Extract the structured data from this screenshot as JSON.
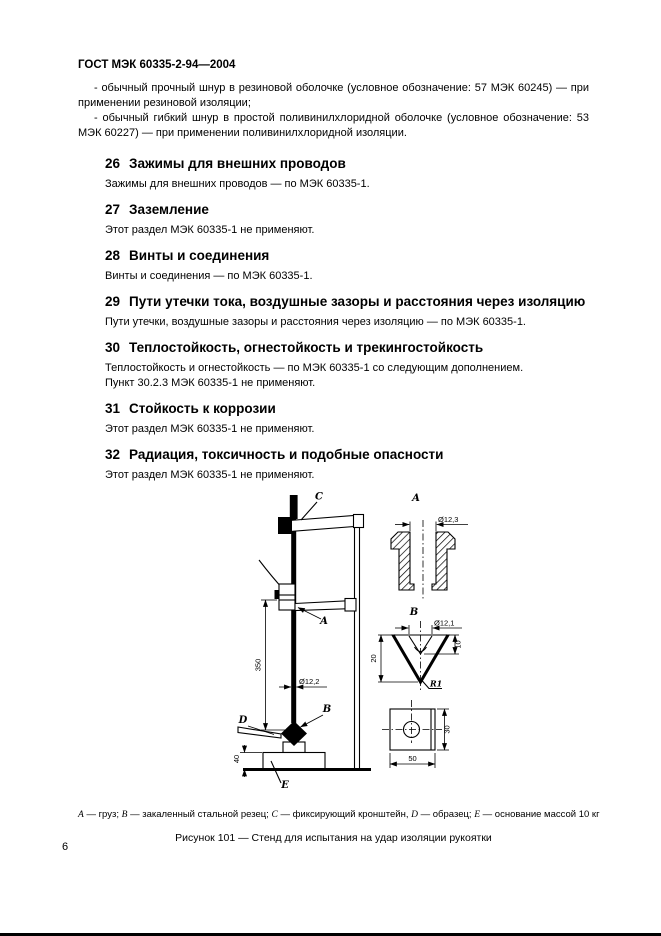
{
  "header": {
    "doc_code": "ГОСТ МЭК 60335-2-94—2004"
  },
  "intro": {
    "paragraphs": [
      "- обычный прочный шнур в резиновой оболочке (условное обозначение: 57 МЭК 60245) — при применении резиновой изоляции;",
      "- обычный гибкий шнур в простой поливинилхлоридной оболочке (условное обозначение: 53 МЭК 60227) — при применении поливинилхлоридной изоляции."
    ]
  },
  "sections": [
    {
      "num": "26",
      "title": "Зажимы для внешних проводов",
      "paras": [
        "Зажимы для внешних проводов — по МЭК 60335-1."
      ]
    },
    {
      "num": "27",
      "title": "Заземление",
      "paras": [
        "Этот раздел МЭК 60335-1 не применяют."
      ]
    },
    {
      "num": "28",
      "title": "Винты и соединения",
      "paras": [
        "Винты и соединения — по МЭК 60335-1."
      ]
    },
    {
      "num": "29",
      "title": "Пути утечки тока, воздушные зазоры и расстояния через изоляцию",
      "paras": [
        "Пути утечки, воздушные зазоры и расстояния через изоляцию — по МЭК 60335-1."
      ]
    },
    {
      "num": "30",
      "title": "Теплостойкость, огнестойкость и трекингостойкость",
      "paras": [
        "Теплостойкость и огнестойкость — по МЭК 60335-1 со следующим дополнением.",
        "Пункт 30.2.3 МЭК 60335-1 не применяют."
      ]
    },
    {
      "num": "31",
      "title": "Стойкость к коррозии",
      "paras": [
        "Этот раздел МЭК 60335-1 не применяют."
      ]
    },
    {
      "num": "32",
      "title": "Радиация, токсичность и подобные опасности",
      "paras": [
        "Этот раздел МЭК 60335-1 не применяют."
      ]
    }
  ],
  "figure": {
    "part_labels": {
      "bracket": "C",
      "clamp": "A",
      "cutter": "B",
      "specimen": "D",
      "base": "E"
    },
    "detail_labels": {
      "bushing": "A",
      "cone": "B"
    },
    "dims": {
      "drop_height": "350",
      "rod_diameter": "Ø12,2",
      "base_height": "40",
      "bushing_diameter": "Ø12,3",
      "cone_diameter": "Ø12,1",
      "cone_depth": "10",
      "cone_height": "20",
      "tip_radius": "R1",
      "plate_width": "50",
      "plate_height": "30"
    },
    "caption_items": [
      {
        "letter": "А",
        "rest": " — груз; "
      },
      {
        "letter": "В",
        "rest": " — закаленный стальной резец; "
      },
      {
        "letter": "С",
        "rest": " — фиксирующий кронштейн, "
      },
      {
        "letter": "D",
        "rest": " — образец; "
      },
      {
        "letter": "Е",
        "rest": " — основание массой 10 кг"
      }
    ],
    "title": "Рисунок 101 — Стенд для испытания на удар изоляции рукоятки"
  },
  "footer": {
    "page_number": "6"
  }
}
